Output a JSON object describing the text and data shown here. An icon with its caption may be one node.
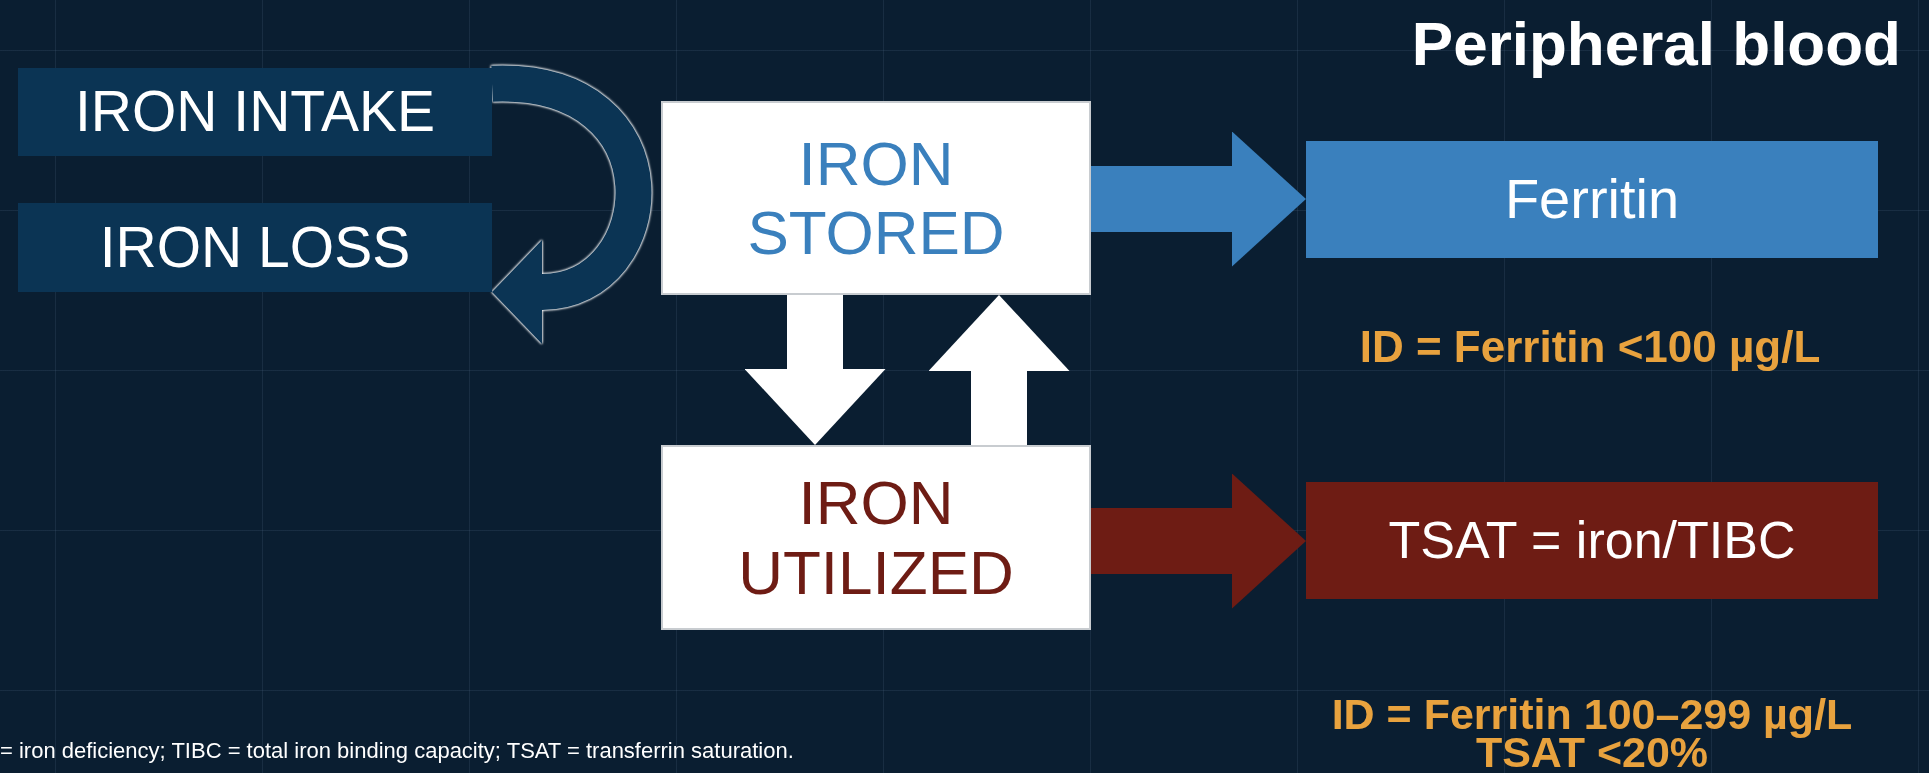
{
  "diagram": {
    "title": "Peripheral blood",
    "nodes": [
      {
        "text": [
          "IRON INTAKE"
        ]
      },
      {
        "text": [
          "IRON LOSS"
        ]
      },
      {
        "text": [
          "IRON STORED"
        ]
      },
      {
        "text": [
          "IRON UTILIZED"
        ]
      },
      {
        "text": [
          "Ferritin"
        ]
      },
      {
        "text": [
          "TSAT = iron/TIBC"
        ]
      }
    ],
    "edges": [
      {
        "from": 0,
        "to": 1,
        "arrow": "to",
        "color": "#0b3454"
      },
      {
        "from": 2,
        "to": 3,
        "arrow": "to"
      },
      {
        "from": 3,
        "to": 2,
        "arrow": "to"
      },
      {
        "from": 2,
        "to": 4,
        "arrow": "to",
        "color": "#3a80bd"
      },
      {
        "from": 3,
        "to": 5,
        "arrow": "to",
        "color": "#6e1c14"
      }
    ],
    "labels": [
      "ID = Ferritin <100 µg/L",
      "ID = Ferritin 100–299 µg/L",
      "TSAT <20%",
      "= iron deficiency; TIBC = total iron binding capacity; TSAT = transferrin saturation."
    ]
  }
}
